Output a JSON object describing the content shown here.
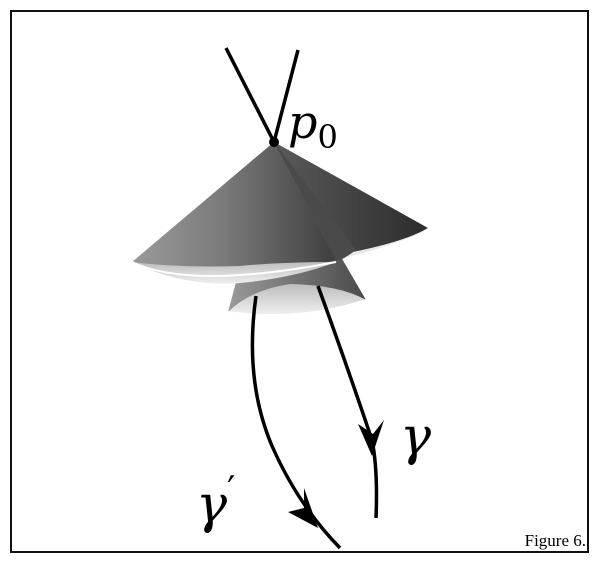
{
  "figure": {
    "caption": "Figure 6.",
    "labels": {
      "point": "p",
      "point_subscript": "0",
      "curve_gamma": "γ",
      "curve_gamma_prime": "γ",
      "prime_mark": "′"
    },
    "colors": {
      "frame": "#111111",
      "cone_dark": "#3a3a3a",
      "cone_mid": "#8a8a8a",
      "cone_light": "#d8d8d8",
      "rim": "#ffffff",
      "curve": "#000000"
    }
  }
}
